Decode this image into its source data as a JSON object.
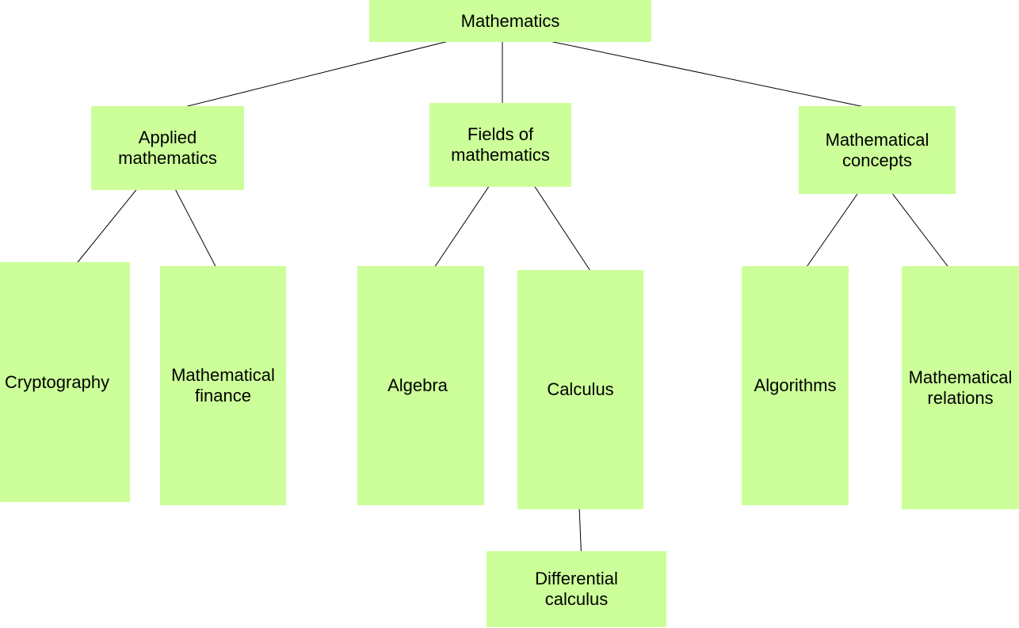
{
  "diagram": {
    "colors": {
      "box_fill": "#ccff99",
      "line": "#000000",
      "text": "#000000"
    },
    "nodes": {
      "mathematics": "Mathematics",
      "applied_mathematics": "Applied\nmathematics",
      "fields_of_mathematics": "Fields of\nmathematics",
      "mathematical_concepts": "Mathematical\nconcepts",
      "cryptography": "Cryptography",
      "mathematical_finance": "Mathematical\nfinance",
      "algebra": "Algebra",
      "calculus": "Calculus",
      "algorithms": "Algorithms",
      "mathematical_relations": "Mathematical\nrelations",
      "differential_calculus": "Differential\ncalculus"
    },
    "edges": [
      [
        "mathematics",
        "applied_mathematics"
      ],
      [
        "mathematics",
        "fields_of_mathematics"
      ],
      [
        "mathematics",
        "mathematical_concepts"
      ],
      [
        "applied_mathematics",
        "cryptography"
      ],
      [
        "applied_mathematics",
        "mathematical_finance"
      ],
      [
        "fields_of_mathematics",
        "algebra"
      ],
      [
        "fields_of_mathematics",
        "calculus"
      ],
      [
        "mathematical_concepts",
        "algorithms"
      ],
      [
        "mathematical_concepts",
        "mathematical_relations"
      ],
      [
        "calculus",
        "differential_calculus"
      ]
    ]
  }
}
